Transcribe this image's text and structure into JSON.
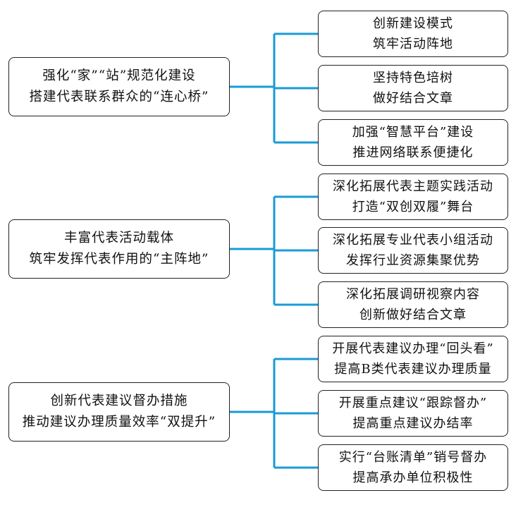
{
  "groups": [
    {
      "lines": [
        "强化“家”“站”规范化建设",
        "搭建代表联系群众的“连心桥”"
      ],
      "children": [
        {
          "lines": [
            "创新建设模式",
            "筑牢活动阵地"
          ]
        },
        {
          "lines": [
            "坚持特色培树",
            "做好结合文章"
          ]
        },
        {
          "lines": [
            "加强“智慧平台”建设",
            "推进网络联系便捷化"
          ]
        }
      ]
    },
    {
      "lines": [
        "丰富代表活动载体",
        "筑牢发挥代表作用的“主阵地”"
      ],
      "children": [
        {
          "lines": [
            "深化拓展代表主题实践活动",
            "打造“双创双履”舞台"
          ]
        },
        {
          "lines": [
            "深化拓展专业代表小组活动",
            "发挥行业资源集聚优势"
          ]
        },
        {
          "lines": [
            "深化拓展调研视察内容",
            "创新做好结合文章"
          ]
        }
      ]
    },
    {
      "lines": [
        "创新代表建议督办措施",
        "推动建议办理质量效率“双提升”"
      ],
      "children": [
        {
          "lines": [
            "开展代表建议办理“回头看”",
            "提高B类代表建议办理质量"
          ]
        },
        {
          "lines": [
            "开展重点建议“跟踪督办”",
            "提高重点建议办结率"
          ]
        },
        {
          "lines": [
            "实行“台账清单”销号督办",
            "提高承办单位积极性"
          ]
        }
      ]
    }
  ],
  "colors": {
    "connector": "#1a9bd7",
    "box_border": "#222222"
  }
}
